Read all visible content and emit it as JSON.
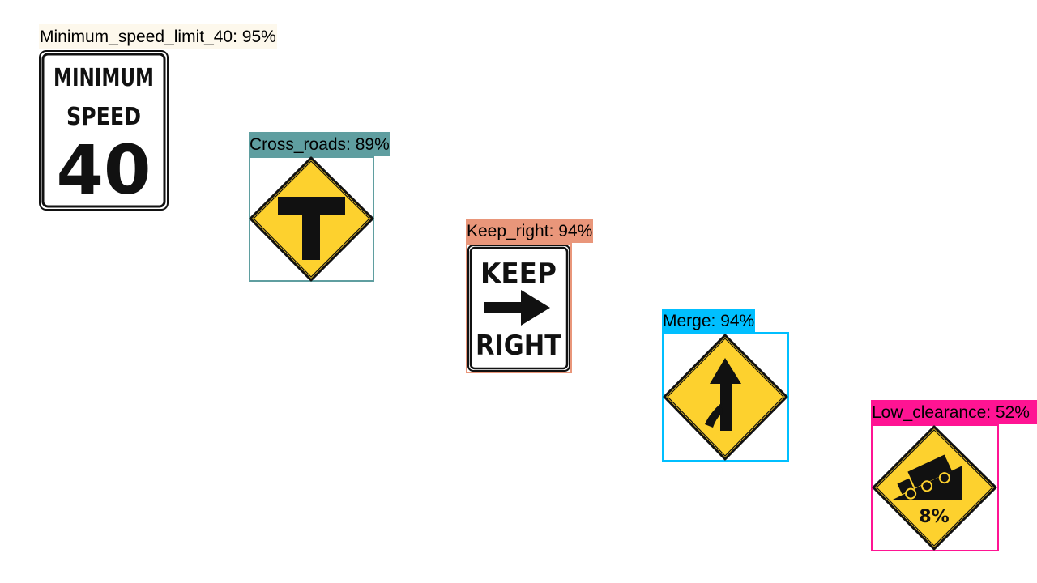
{
  "detections": [
    {
      "label": "Minimum_speed_limit_40: 95%",
      "color": "#fdf8ec",
      "sign": "minimum-speed-40",
      "sign_text": {
        "line1": "MINIMUM",
        "line2": "SPEED",
        "value": "40"
      }
    },
    {
      "label": "Cross_roads: 89%",
      "color": "#5f9ea0",
      "sign": "t-intersection"
    },
    {
      "label": "Keep_right: 94%",
      "color": "#e9967a",
      "sign": "keep-right",
      "sign_text": {
        "line1": "KEEP",
        "line2": "RIGHT"
      }
    },
    {
      "label": "Merge: 94%",
      "color": "#00bfff",
      "sign": "merge"
    },
    {
      "label": "Low_clearance: 52%",
      "color": "#ff1493",
      "sign": "steep-grade",
      "sign_text": {
        "value": "8%"
      }
    }
  ],
  "colors": {
    "sign_yellow": "#fdd12e",
    "sign_black": "#111111",
    "sign_white": "#ffffff"
  }
}
